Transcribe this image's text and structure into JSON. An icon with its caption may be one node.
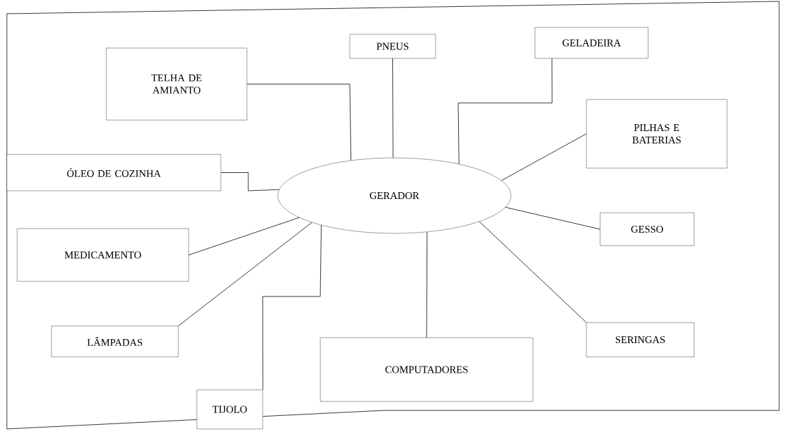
{
  "diagram": {
    "nodes": [
      {
        "text": [
          "GERADOR"
        ]
      },
      {
        "text": [
          "TELHA DE AMIANTO"
        ]
      },
      {
        "text": [
          "PNEUS"
        ]
      },
      {
        "text": [
          "GELADEIRA"
        ]
      },
      {
        "text": [
          "PILHAS E BATERIAS"
        ]
      },
      {
        "text": [
          "ÓLEO DE COZINHA"
        ]
      },
      {
        "text": [
          "GESSO"
        ]
      },
      {
        "text": [
          "MEDICAMENTO"
        ]
      },
      {
        "text": [
          "LÂMPADAS"
        ]
      },
      {
        "text": [
          "SERINGAS"
        ]
      },
      {
        "text": [
          "COMPUTADORES"
        ]
      },
      {
        "text": [
          "TIJOLO"
        ]
      }
    ],
    "edges": [
      {
        "from": 0,
        "to": 1,
        "arrow": "none"
      },
      {
        "from": 0,
        "to": 2,
        "arrow": "none"
      },
      {
        "from": 0,
        "to": 3,
        "arrow": "none"
      },
      {
        "from": 0,
        "to": 4,
        "arrow": "none"
      },
      {
        "from": 0,
        "to": 5,
        "arrow": "none"
      },
      {
        "from": 0,
        "to": 6,
        "arrow": "none"
      },
      {
        "from": 0,
        "to": 7,
        "arrow": "none"
      },
      {
        "from": 0,
        "to": 8,
        "arrow": "none"
      },
      {
        "from": 0,
        "to": 9,
        "arrow": "none"
      },
      {
        "from": 0,
        "to": 10,
        "arrow": "none"
      },
      {
        "from": 0,
        "to": 11,
        "arrow": "none"
      }
    ]
  }
}
